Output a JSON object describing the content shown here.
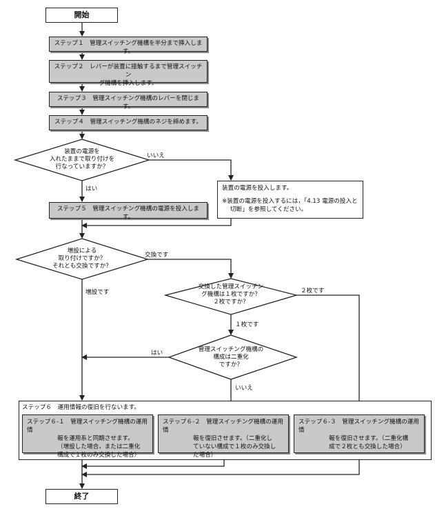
{
  "flow": {
    "start": "開始",
    "end": "終了",
    "step1": "ステップ１　管理スイッチング機構を半分まで挿入します。",
    "step2_line1": "ステップ２　レバーが装置に接触するまで管理スイッチン",
    "step2_line2": "グ機構を挿入します。",
    "step3": "ステップ３　管理スイッチング機構のレバーを閉じます。",
    "step4": "ステップ４　管理スイッチング機構のネジを締めます。",
    "decision1": [
      "装置の電源を",
      "入れたままで取り付けを",
      "行なっていますか？"
    ],
    "decision1_no": "いいえ",
    "decision1_yes": "はい",
    "power_on_note": {
      "line1": "装置の電源を投入します。",
      "line2": "※装置の電源を投入するには，「4.13 電源の投入と",
      "line3": "切断」を参照してください。"
    },
    "step5": "ステップ５　管理スイッチング機構の電源を投入します。",
    "decision2": [
      "増設による",
      "取り付けですか？",
      "それとも交換ですか？"
    ],
    "decision2_exchange": "交換です",
    "decision2_add": "増設です",
    "decision3": [
      "交換した管理スイッチン",
      "グ機構は１枚ですか？",
      "２枚ですか？"
    ],
    "decision3_two": "２枚です",
    "decision3_one": "１枚です",
    "decision4": [
      "管理スイッチング機構の",
      "構成は二重化",
      "ですか？"
    ],
    "decision4_yes": "はい",
    "decision4_no": "いいえ",
    "step6_title": "ステップ６　運用情報の復旧を行ないます。",
    "step6_1": [
      "ステップ６-１　管理スイッチング機構の運用情",
      "報を運用系と同期させます。",
      "（増設した場合，または二重化",
      "構成で１枚のみ交換した場合）"
    ],
    "step6_2": [
      "ステップ６-２　管理スイッチング機構の運用情",
      "報を復旧させます。（二重化し",
      "ていない構成で１枚のみ交換し",
      "た場合）"
    ],
    "step6_3": [
      "ステップ６-３　管理スイッチング機構の運用情",
      "報を復旧させます。（二重化構",
      "成で２枚とも交換した場合）"
    ]
  }
}
